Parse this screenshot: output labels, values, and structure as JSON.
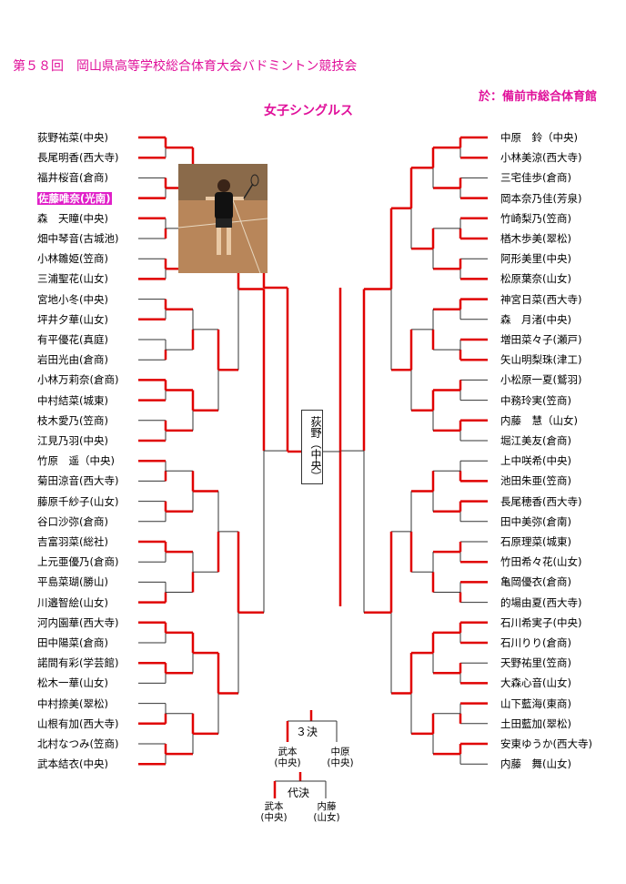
{
  "header": {
    "title": "第５８回　岡山県高等学校総合体育大会バドミントン競技会",
    "venue": "於：備前市総合体育館",
    "event": "女子シングルス"
  },
  "left_players": [
    "荻野祐菜(中央)",
    "長尾明香(西大寺)",
    "福井桜音(倉商)",
    "佐藤唯奈(光南)",
    "森　天瞳(中央)",
    "畑中琴音(古城池)",
    "小林雛姫(笠商)",
    "三浦聖花(山女)",
    "宮地小冬(中央)",
    "坪井夕華(山女)",
    "有平優花(真庭)",
    "岩田光由(倉商)",
    "小林万莉奈(倉商)",
    "中村結菜(城東)",
    "枝木愛乃(笠商)",
    "江見乃羽(中央)",
    "竹原　遥（中央)",
    "菊田涼音(西大寺)",
    "藤原千紗子(山女)",
    "谷口沙弥(倉商)",
    "吉富羽菜(総社)",
    "上元亜優乃(倉商)",
    "平島菜瑚(勝山)",
    "川邉智絵(山女)",
    "河内園華(西大寺)",
    "田中陽菜(倉商)",
    "諾間有彩(学芸館)",
    "松木一華(山女)",
    "中村捺美(翠松)",
    "山根有加(西大寺)",
    "北村なつみ(笠商)",
    "武本結衣(中央)"
  ],
  "right_players": [
    "中原　鈴（中央)",
    "小林美涼(西大寺)",
    "三宅佳歩(倉商)",
    "岡本奈乃佳(芳泉)",
    "竹崎梨乃(笠商)",
    "楢木歩美(翠松)",
    "阿形美里(中央)",
    "松原葉奈(山女)",
    "神宮日菜(西大寺)",
    "森　月渚(中央)",
    "増田菜々子(瀬戸)",
    "矢山明梨珠(津工)",
    "小松原一夏(鷲羽)",
    "中務玲実(笠商)",
    "内藤　慧（山女)",
    "堀江美友(倉商)",
    "上中咲希(中央)",
    "池田朱亜(笠商)",
    "長尾穂香(西大寺)",
    "田中美弥(倉南)",
    "石原理菜(城東)",
    "竹田希々花(山女)",
    "亀岡優衣(倉商)",
    "的場由夏(西大寺)",
    "石川希実子(中央)",
    "石川りり(倉商)",
    "天野祐里(笠商)",
    "大森心音(山女)",
    "山下藍海(東商)",
    "土田藍加(翠松)",
    "安東ゆうか(西大寺)",
    "内藤　舞(山女)"
  ],
  "highlighted_player_index": 3,
  "champion": "荻野（中央）",
  "third_place": {
    "label": "３決",
    "left_name": "武本",
    "left_school": "(中央)",
    "right_name": "中原",
    "right_school": "(中央)"
  },
  "representative": {
    "label": "代決",
    "left_name": "武本",
    "left_school": "(中央)",
    "right_name": "内藤",
    "right_school": "(山女)"
  },
  "colors": {
    "title": "#e0109a",
    "win_line": "#e00000",
    "line": "#333333",
    "highlight": "#e020c8"
  }
}
